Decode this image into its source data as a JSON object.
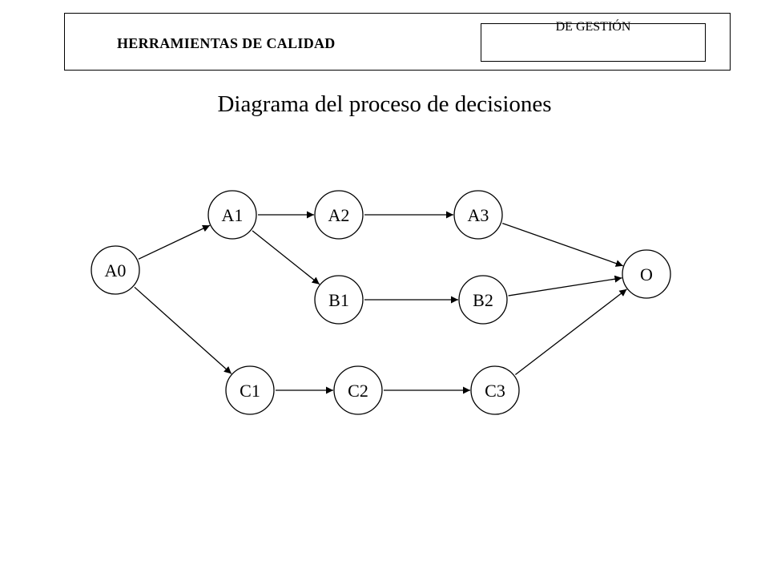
{
  "header": {
    "title": "HERRAMIENTAS  DE CALIDAD",
    "tag": "DE GESTIÓN"
  },
  "page_title": "Diagrama del proceso de decisiones",
  "diagram": {
    "nodes": [
      {
        "id": "A0",
        "label": "A0"
      },
      {
        "id": "A1",
        "label": "A1"
      },
      {
        "id": "A2",
        "label": "A2"
      },
      {
        "id": "A3",
        "label": "A3"
      },
      {
        "id": "B1",
        "label": "B1"
      },
      {
        "id": "B2",
        "label": "B2"
      },
      {
        "id": "C1",
        "label": "C1"
      },
      {
        "id": "C2",
        "label": "C2"
      },
      {
        "id": "C3",
        "label": "C3"
      },
      {
        "id": "O",
        "label": "O"
      }
    ],
    "edges": [
      {
        "from": "A0",
        "to": "A1"
      },
      {
        "from": "A0",
        "to": "C1"
      },
      {
        "from": "A1",
        "to": "A2"
      },
      {
        "from": "A1",
        "to": "B1"
      },
      {
        "from": "A2",
        "to": "A3"
      },
      {
        "from": "B1",
        "to": "B2"
      },
      {
        "from": "C1",
        "to": "C2"
      },
      {
        "from": "C2",
        "to": "C3"
      },
      {
        "from": "A3",
        "to": "O"
      },
      {
        "from": "B2",
        "to": "O"
      },
      {
        "from": "C3",
        "to": "O"
      }
    ]
  }
}
